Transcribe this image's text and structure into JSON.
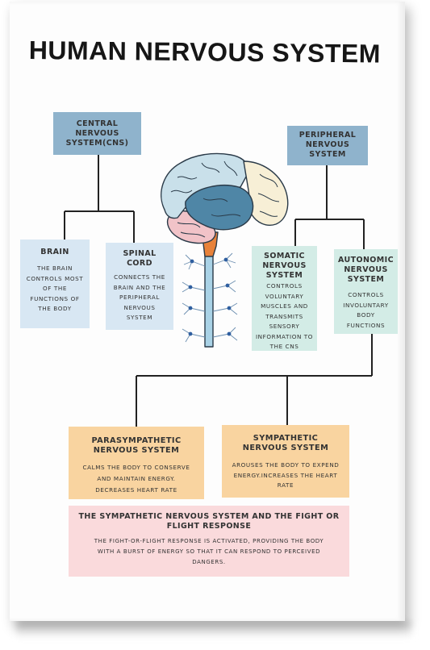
{
  "title": "HUMAN NERVOUS SYSTEM",
  "colors": {
    "header_blue": "#8fb3cc",
    "cns_light_blue": "#d8e7f3",
    "pns_mint": "#d3ece6",
    "subsystem_orange": "#f9d4a0",
    "bottom_pink": "#fadadc",
    "line": "#222222"
  },
  "cns": {
    "label_line1": "CENTRAL",
    "label_line2": "NERVOUS",
    "label_line3": "SYSTEM(CNS)"
  },
  "pns": {
    "label_line1": "PERIPHERAL",
    "label_line2": "NERVOUS",
    "label_line3": "SYSTEM"
  },
  "brain": {
    "heading": "BRAIN",
    "body": [
      "THE BRAIN",
      "CONTROLS MOST",
      "OF THE",
      "FUNCTIONS OF",
      "THE BODY"
    ]
  },
  "spinal_cord": {
    "heading_line1": "SPINAL",
    "heading_line2": "CORD",
    "body": [
      "CONNECTS THE",
      "BRAIN AND THE",
      "PERIPHERAL",
      "NERVOUS",
      "SYSTEM"
    ]
  },
  "somatic": {
    "heading_line1": "SOMATIC",
    "heading_line2": "NERVOUS",
    "heading_line3": "SYSTEM",
    "body": [
      "CONTROLS",
      "VOLUNTARY",
      "MUSCLES AND",
      "TRANSMITS",
      "SENSORY",
      "INFORMATION TO",
      "THE CNS"
    ]
  },
  "autonomic": {
    "heading_line1": "AUTONOMIC",
    "heading_line2": "NERVOUS",
    "heading_line3": "SYSTEM",
    "body": [
      "CONTROLS",
      "INVOLUNTARY",
      "BODY",
      "FUNCTIONS"
    ]
  },
  "parasympathetic": {
    "heading_line1": "PARASYMPATHETIC",
    "heading_line2": "NERVOUS SYSTEM",
    "body": [
      "CALMS THE BODY TO CONSERVE",
      "AND MAINTAIN ENERGY.",
      "DECREASES HEART RATE"
    ]
  },
  "sympathetic": {
    "heading_line1": "SYMPATHETIC",
    "heading_line2": "NERVOUS SYSTEM",
    "body": [
      "AROUSES THE BODY TO EXPEND",
      "ENERGY.INCREASES THE HEART",
      "RATE"
    ]
  },
  "fight_flight": {
    "heading_line1": "THE SYMPATHETIC NERVOUS SYSTEM AND THE FIGHT OR",
    "heading_line2": "FLIGHT RESPONSE",
    "body": [
      "THE FIGHT-OR-FLIGHT RESPONSE IS ACTIVATED, PROVIDING THE BODY",
      "WITH A BURST OF ENERGY SO THAT IT CAN RESPOND TO PERCEIVED",
      "DANGERS."
    ]
  },
  "illustration": {
    "icon": "brain-and-spinal-cord-icon",
    "parts": [
      "frontal-lobe",
      "parietal-lobe",
      "temporal-lobe",
      "occipital-lobe",
      "cerebellum",
      "brainstem",
      "spinal-cord",
      "neurons"
    ]
  }
}
